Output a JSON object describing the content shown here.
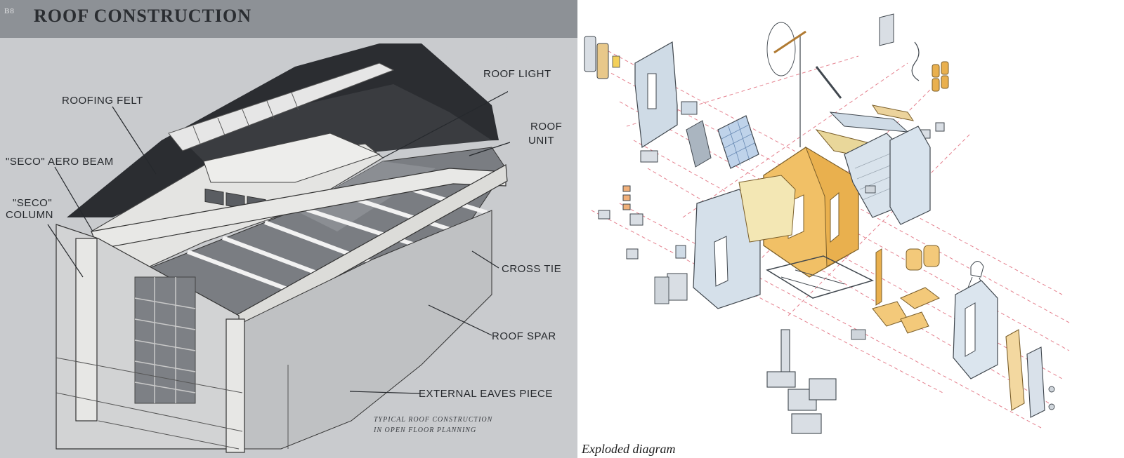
{
  "left": {
    "page_number": "B8",
    "title": "ROOF CONSTRUCTION",
    "callouts": {
      "roofing_felt": "ROOFING FELT",
      "roof_light": "ROOF LIGHT",
      "roof_unit_1": "ROOF",
      "roof_unit_2": "UNIT",
      "aero_beam": "\"SECO\" AERO BEAM",
      "seco_column_1": "\"SECO\"",
      "seco_column_2": "COLUMN",
      "cross_tie": "CROSS TIE",
      "roof_spar": "ROOF SPAR",
      "external_eaves": "EXTERNAL EAVES PIECE"
    },
    "caption_line_1": "TYPICAL ROOF CONSTRUCTION",
    "caption_line_2": "IN OPEN FLOOR PLANNING"
  },
  "right": {
    "caption": "Exploded diagram"
  }
}
